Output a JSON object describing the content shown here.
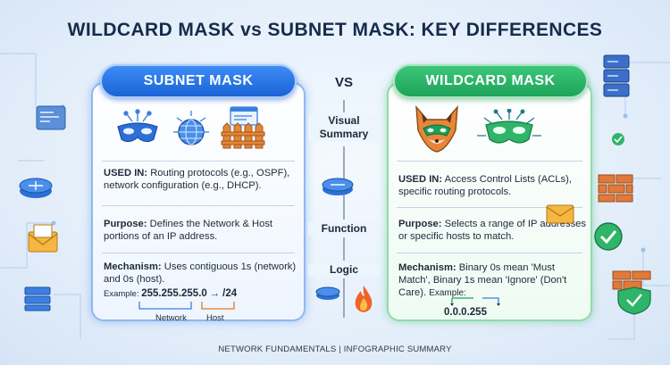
{
  "title": "WILDCARD MASK vs SUBNET MASK: KEY DIFFERENCES",
  "vs": "VS",
  "middle": {
    "visual_summary": "Visual Summary",
    "function": "Function",
    "logic": "Logic"
  },
  "subnet": {
    "header": "SUBNET MASK",
    "used_in_label": "USED IN:",
    "used_in_text": "Routing protocols (e.g., OSPF), network configuration (e.g., DHCP).",
    "purpose_label": "Purpose:",
    "purpose_text": "Defines the Network & Host portions of an IP address.",
    "mechanism_label": "Mechanism:",
    "mechanism_text": "Uses contiguous 1s (network) and 0s (host).",
    "example_label": "Example:",
    "example_value": "255.255.255.0",
    "example_arrow": "→ /24",
    "network_label": "Network",
    "host_label": "Host"
  },
  "wildcard": {
    "header": "WILDCARD MASK",
    "used_in_label": "USED IN:",
    "used_in_text": "Access Control Lists (ACLs), specific routing protocols.",
    "purpose_label": "Purpose:",
    "purpose_text": "Selects a range of IP addresses or specific hosts to match.",
    "mechanism_label": "Mechanism:",
    "mechanism_text": "Binary 0s mean 'Must Match', Binary 1s mean 'Ignore' (Don't Care).",
    "example_label": "Example:",
    "example_value": "0.0.0.255"
  },
  "footer": "NETWORK FUNDAMENTALS | INFOGRAPHIC SUMMARY",
  "colors": {
    "subnet_accent": "#1b63d6",
    "wildcard_accent": "#1ea35a",
    "title": "#172b4a"
  }
}
